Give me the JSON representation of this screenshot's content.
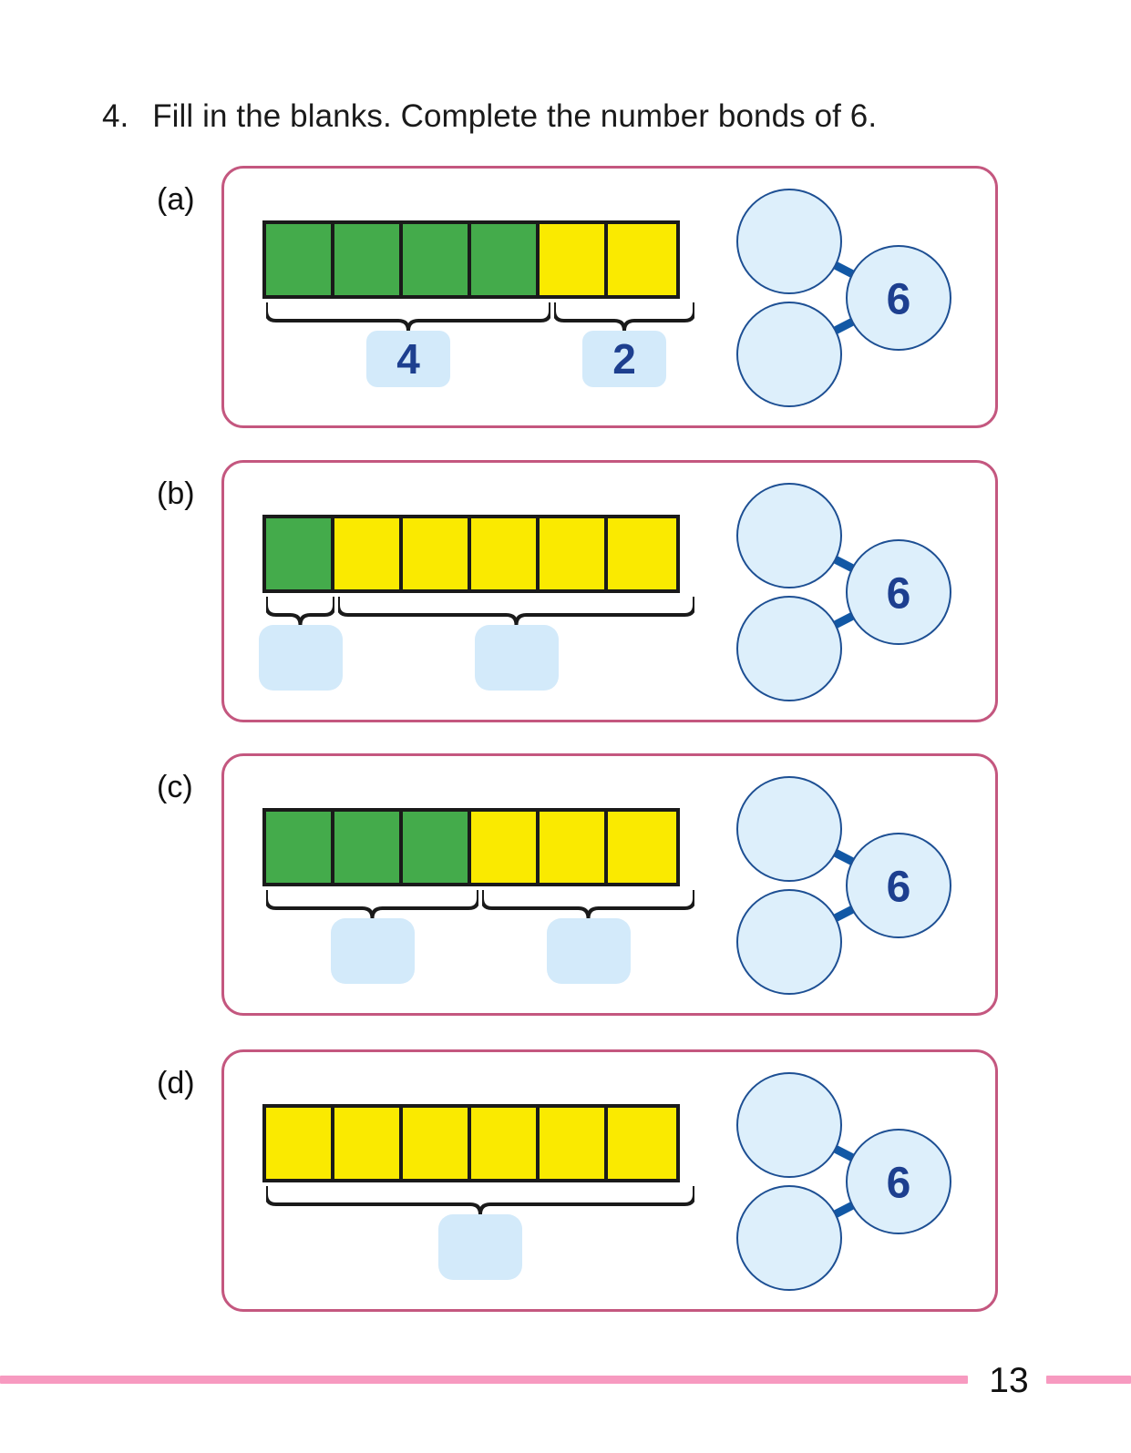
{
  "page": {
    "number": "13",
    "accent_panel_color": "#c4577f",
    "footer_rule_color": "#f79ac0"
  },
  "question": {
    "number": "4.",
    "text": "Fill in the blanks. Complete the number bonds of 6."
  },
  "colors": {
    "green": "#44ab4b",
    "yellow": "#faea00",
    "answer_box_fill": "#d3eafa",
    "answer_text": "#1d3f8f",
    "bond_circle_fill": "#ddeffb",
    "bond_circle_stroke": "#1d4f93",
    "bond_link": "#1258a5",
    "bar_outline": "#1a1a1a"
  },
  "parts": [
    {
      "id": "a",
      "label": "(a)",
      "bar": {
        "total_cells": 6,
        "cells": [
          "green",
          "green",
          "green",
          "green",
          "yellow",
          "yellow"
        ]
      },
      "braces": [
        {
          "span_cells": 4,
          "answer": "4",
          "filled": true
        },
        {
          "span_cells": 2,
          "answer": "2",
          "filled": true
        }
      ],
      "number_bond": {
        "whole": "6",
        "parts": [
          "",
          ""
        ]
      }
    },
    {
      "id": "b",
      "label": "(b)",
      "bar": {
        "total_cells": 6,
        "cells": [
          "green",
          "yellow",
          "yellow",
          "yellow",
          "yellow",
          "yellow"
        ]
      },
      "braces": [
        {
          "span_cells": 1,
          "answer": "",
          "filled": false
        },
        {
          "span_cells": 5,
          "answer": "",
          "filled": false
        }
      ],
      "number_bond": {
        "whole": "6",
        "parts": [
          "",
          ""
        ]
      }
    },
    {
      "id": "c",
      "label": "(c)",
      "bar": {
        "total_cells": 6,
        "cells": [
          "green",
          "green",
          "green",
          "yellow",
          "yellow",
          "yellow"
        ]
      },
      "braces": [
        {
          "span_cells": 3,
          "answer": "",
          "filled": false
        },
        {
          "span_cells": 3,
          "answer": "",
          "filled": false
        }
      ],
      "number_bond": {
        "whole": "6",
        "parts": [
          "",
          ""
        ]
      }
    },
    {
      "id": "d",
      "label": "(d)",
      "bar": {
        "total_cells": 6,
        "cells": [
          "yellow",
          "yellow",
          "yellow",
          "yellow",
          "yellow",
          "yellow"
        ]
      },
      "braces": [
        {
          "span_cells": 6,
          "answer": "",
          "filled": false
        }
      ],
      "number_bond": {
        "whole": "6",
        "parts": [
          "",
          ""
        ]
      }
    }
  ]
}
